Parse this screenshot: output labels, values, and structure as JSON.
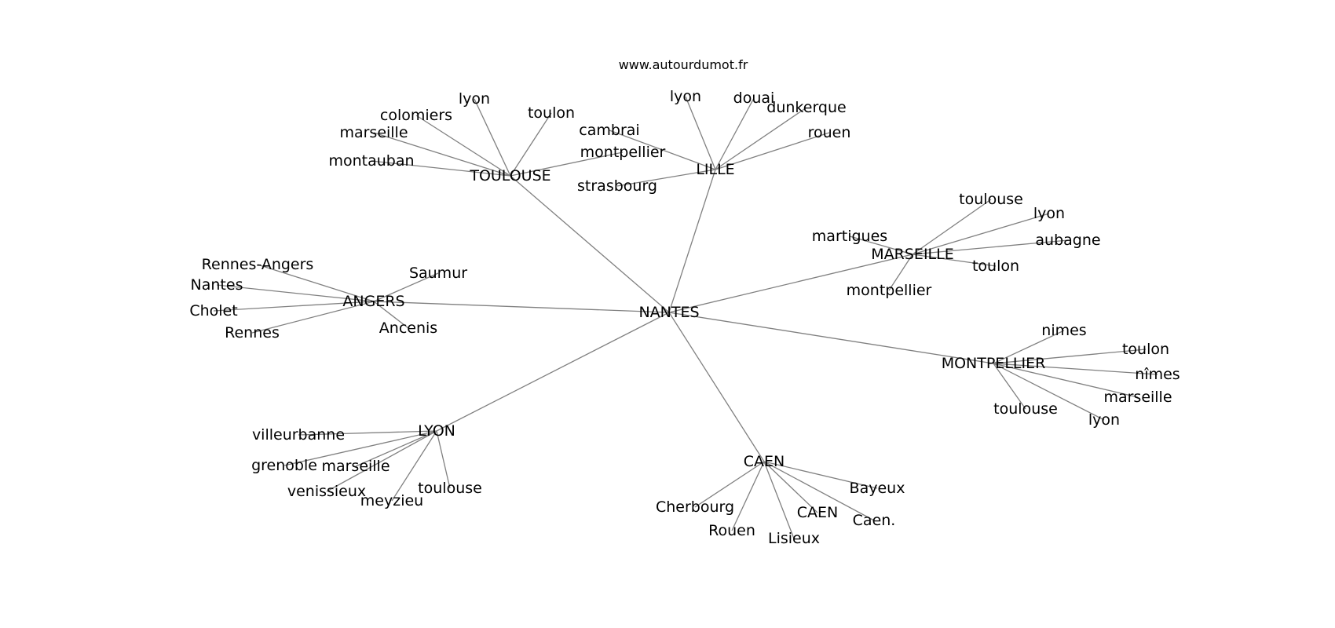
{
  "watermark": "www.autourdumot.fr",
  "graph": {
    "center": "NANTES",
    "clusters": [
      {
        "hub": "TOULOUSE",
        "leaves": [
          "lyon",
          "toulon",
          "colomiers",
          "marseille",
          "montauban",
          "montpellier"
        ]
      },
      {
        "hub": "LILLE",
        "leaves": [
          "lyon",
          "douai",
          "dunkerque",
          "rouen",
          "cambrai",
          "strasbourg"
        ]
      },
      {
        "hub": "MARSEILLE",
        "leaves": [
          "toulouse",
          "lyon",
          "aubagne",
          "martigues",
          "toulon",
          "montpellier"
        ]
      },
      {
        "hub": "ANGERS",
        "leaves": [
          "Rennes-Angers",
          "Saumur",
          "Nantes",
          "Cholet",
          "Rennes",
          "Ancenis"
        ]
      },
      {
        "hub": "MONTPELLIER",
        "leaves": [
          "nimes",
          "toulon",
          "nîmes",
          "marseille",
          "toulouse",
          "lyon"
        ]
      },
      {
        "hub": "LYON",
        "leaves": [
          "villeurbanne",
          "grenoble",
          "marseille",
          "venissieux",
          "meyzieu",
          "toulouse"
        ]
      },
      {
        "hub": "CAEN",
        "leaves": [
          "Bayeux",
          "Cherbourg",
          "CAEN",
          "Caen.",
          "Rouen",
          "Lisieux"
        ]
      }
    ]
  }
}
